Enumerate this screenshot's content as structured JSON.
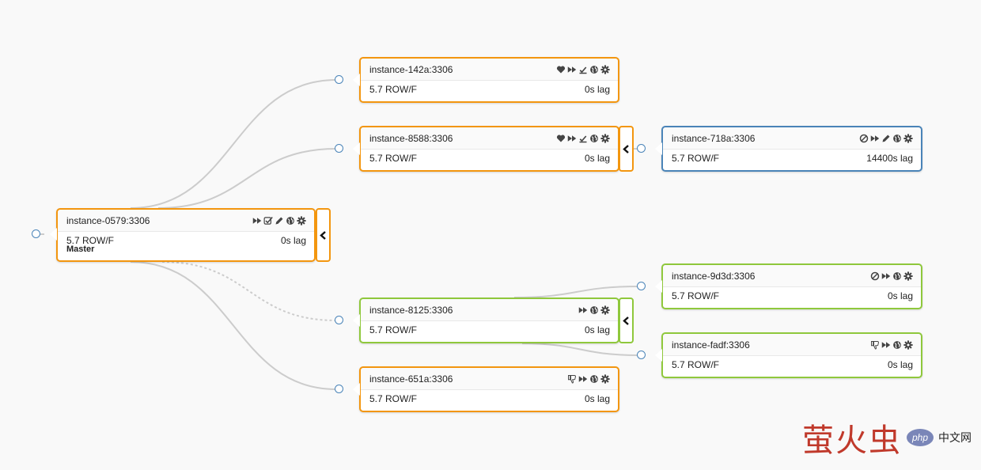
{
  "nodes": [
    {
      "id": "n0579",
      "name": "instance-0579:3306",
      "version": "5.7 ROW/F",
      "lag": "0s lag",
      "role": "Master",
      "color": "orange",
      "icons": [
        "fast-forward-icon",
        "check-square-icon",
        "pencil-icon",
        "globe-icon",
        "gear-icon"
      ]
    },
    {
      "id": "n142a",
      "name": "instance-142a:3306",
      "version": "5.7 ROW/F",
      "lag": "0s lag",
      "color": "orange",
      "icons": [
        "heart-icon",
        "fast-forward-icon",
        "download-icon",
        "globe-icon",
        "gear-icon"
      ]
    },
    {
      "id": "n8588",
      "name": "instance-8588:3306",
      "version": "5.7 ROW/F",
      "lag": "0s lag",
      "color": "orange",
      "icons": [
        "heart-icon",
        "fast-forward-icon",
        "download-icon",
        "globe-icon",
        "gear-icon"
      ]
    },
    {
      "id": "n718a",
      "name": "instance-718a:3306",
      "version": "5.7 ROW/F",
      "lag": "14400s lag",
      "color": "blue",
      "icons": [
        "ban-icon",
        "fast-forward-icon",
        "pencil-icon",
        "globe-icon",
        "gear-icon"
      ]
    },
    {
      "id": "n8125",
      "name": "instance-8125:3306",
      "version": "5.7 ROW/F",
      "lag": "0s lag",
      "color": "green",
      "icons": [
        "fast-forward-icon",
        "globe-icon",
        "gear-icon"
      ]
    },
    {
      "id": "n651a",
      "name": "instance-651a:3306",
      "version": "5.7 ROW/F",
      "lag": "0s lag",
      "color": "orange",
      "icons": [
        "thumbs-down-icon",
        "fast-forward-icon",
        "globe-icon",
        "gear-icon"
      ]
    },
    {
      "id": "n9d3d",
      "name": "instance-9d3d:3306",
      "version": "5.7 ROW/F",
      "lag": "0s lag",
      "color": "green",
      "icons": [
        "ban-icon",
        "fast-forward-icon",
        "globe-icon",
        "gear-icon"
      ]
    },
    {
      "id": "nfadf",
      "name": "instance-fadf:3306",
      "version": "5.7 ROW/F",
      "lag": "0s lag",
      "color": "green",
      "icons": [
        "thumbs-down-icon",
        "fast-forward-icon",
        "globe-icon",
        "gear-icon"
      ]
    }
  ],
  "edges": [
    {
      "from": "n0579",
      "to": "n142a",
      "style": "solid"
    },
    {
      "from": "n0579",
      "to": "n8588",
      "style": "solid"
    },
    {
      "from": "n0579",
      "to": "n8125",
      "style": "dashed"
    },
    {
      "from": "n0579",
      "to": "n651a",
      "style": "solid"
    },
    {
      "from": "n8588",
      "to": "n718a",
      "style": "solid"
    },
    {
      "from": "n8125",
      "to": "n9d3d",
      "style": "solid"
    },
    {
      "from": "n8125",
      "to": "nfadf",
      "style": "solid"
    }
  ],
  "colors": {
    "orange": "#f3960f",
    "blue": "#4a84b8",
    "green": "#8fc83c",
    "edge": "#cccccc",
    "icon": "#444444",
    "watermark": "#c0392b"
  },
  "watermark": {
    "brand": "萤火虫",
    "site": "php",
    "suffix": "中文网"
  }
}
